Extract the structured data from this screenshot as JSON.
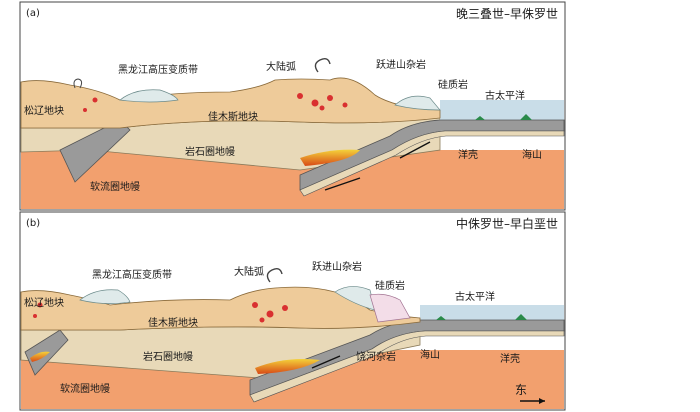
{
  "panel_a": {
    "tag": "(a)",
    "title": "晚三叠世–早侏罗世",
    "labels": {
      "heilongjiang": "黑龙江高压变质带",
      "continental_arc": "大陆弧",
      "yuejinshan": "跃进山杂岩",
      "siliceous": "硅质岩",
      "paleo_pacific": "古太平洋",
      "songliao": "松辽地块",
      "jiamusi": "佳木斯地块",
      "lithosphere": "岩石圈地幔",
      "ocean_crust": "洋壳",
      "seamount": "海山",
      "asthenosphere": "软流圈地幔"
    }
  },
  "panel_b": {
    "tag": "(b)",
    "title": "中侏罗世–早白垩世",
    "labels": {
      "heilongjiang": "黑龙江高压变质带",
      "continental_arc": "大陆弧",
      "yuejinshan": "跃进山杂岩",
      "siliceous": "硅质岩",
      "paleo_pacific": "古太平洋",
      "songliao": "松辽地块",
      "jiamusi": "佳木斯地块",
      "lithosphere": "岩石圈地幔",
      "raohe": "饶河杂岩",
      "seamount": "海山",
      "ocean_crust": "洋壳",
      "asthenosphere": "软流圈地幔",
      "east": "东"
    }
  },
  "colors": {
    "crust": "#eecb9a",
    "lithosphere": "#e8d9b8",
    "asthenosphere": "#f2a06e",
    "ocean": "#c9dde8",
    "slab": "#9a9a9a",
    "melt": "#d93030"
  }
}
